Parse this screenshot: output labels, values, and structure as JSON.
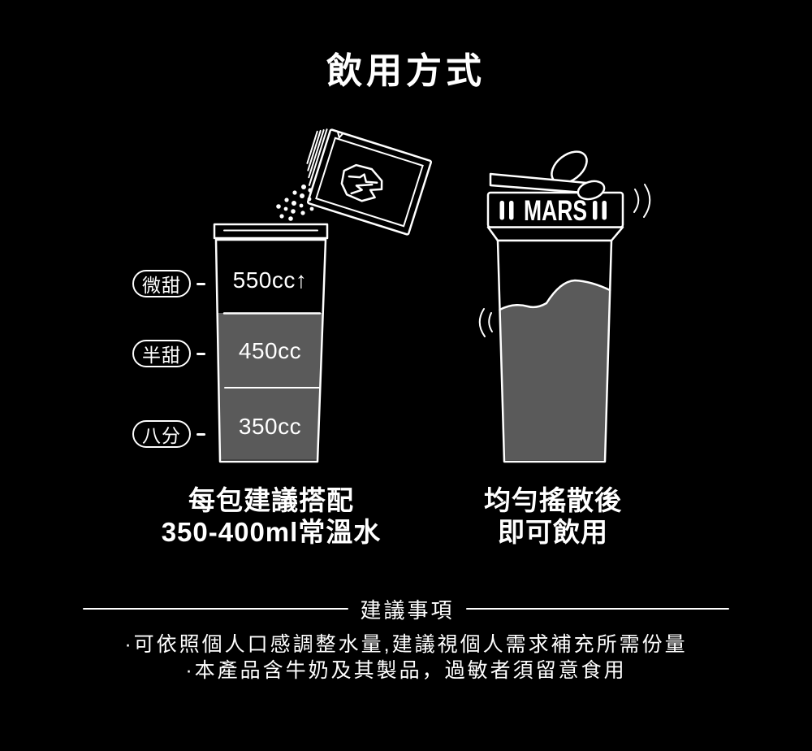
{
  "title": "飲用方式",
  "cup": {
    "levels": [
      {
        "label": "微甜",
        "volume": "550cc↑"
      },
      {
        "label": "半甜",
        "volume": "450cc"
      },
      {
        "label": "八分",
        "volume": "350cc"
      }
    ],
    "caption_line1": "每包建議搭配",
    "caption_line2": "350-400ml常溫水"
  },
  "bottle": {
    "brand": "MARS",
    "caption_line1": "均勻搖散後",
    "caption_line2": "即可飲用"
  },
  "suggestions": {
    "heading": "建議事項",
    "items": [
      "·可依照個人口感調整水量,建議視個人需求補充所需份量",
      "·本產品含牛奶及其製品，過敏者須留意食用"
    ]
  },
  "colors": {
    "background": "#000000",
    "foreground": "#ffffff",
    "liquid": "#5a5a5a"
  }
}
